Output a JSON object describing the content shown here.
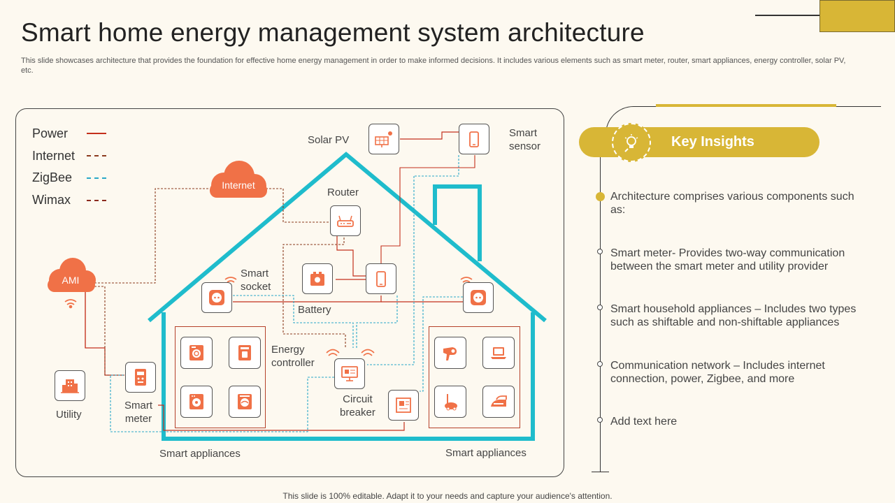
{
  "slide": {
    "title": "Smart home energy management system architecture",
    "subtitle": "This slide showcases architecture that provides the foundation for effective home energy management in order to make informed decisions. It includes various elements such as smart meter, router, smart appliances, energy controller, solar PV, etc.",
    "footer": "This slide is 100% editable. Adapt it to your needs and capture your audience's attention."
  },
  "legend": [
    {
      "label": "Power",
      "color": "#c4301c",
      "style": "solid"
    },
    {
      "label": "Internet",
      "color": "#8b3a1e",
      "style": "dashed"
    },
    {
      "label": "ZigBee",
      "color": "#29a8c8",
      "style": "dashed"
    },
    {
      "label": "Wimax",
      "color": "#8b2a1e",
      "style": "dashed"
    }
  ],
  "colors": {
    "accent": "#d8b636",
    "house": "#1fbccc",
    "orange": "#f07147",
    "power": "#c4301c"
  },
  "nodes": {
    "solar_pv": "Solar PV",
    "smart_sensor": "Smart\nsensor",
    "internet": "Internet",
    "router": "Router",
    "ami": "AMI",
    "smart_socket": "Smart\nsocket",
    "battery": "Battery",
    "energy_controller": "Energy\ncontroller",
    "circuit_breaker": "Circuit\nbreaker",
    "utility": "Utility",
    "smart_meter": "Smart\nmeter",
    "smart_appliances_left": "Smart appliances",
    "smart_appliances_right": "Smart appliances"
  },
  "icons": {
    "solar": "solar-panel-icon",
    "sensor": "smartphone-icon",
    "router": "router-icon",
    "battery": "battery-icon",
    "socket": "power-socket-icon",
    "controller": "monitor-icon",
    "breaker": "circuit-board-icon",
    "utility": "building-icon",
    "meter": "meter-icon",
    "washing_machine": "washing-machine-icon",
    "coffee_maker": "coffee-maker-icon",
    "dryer": "dryer-icon",
    "dishwasher": "dishwasher-icon",
    "hair_dryer": "hair-dryer-icon",
    "laptop": "laptop-icon",
    "vacuum": "vacuum-cleaner-icon",
    "iron": "iron-icon"
  },
  "insights": {
    "title": "Key Insights",
    "items": [
      "Architecture comprises various components such as:",
      "Smart meter- Provides two-way communication between the smart meter and utility provider",
      "Smart household appliances – Includes two types such as shiftable and non-shiftable appliances",
      "Communication network – Includes internet connection, power, Zigbee, and more",
      "Add text here"
    ]
  }
}
